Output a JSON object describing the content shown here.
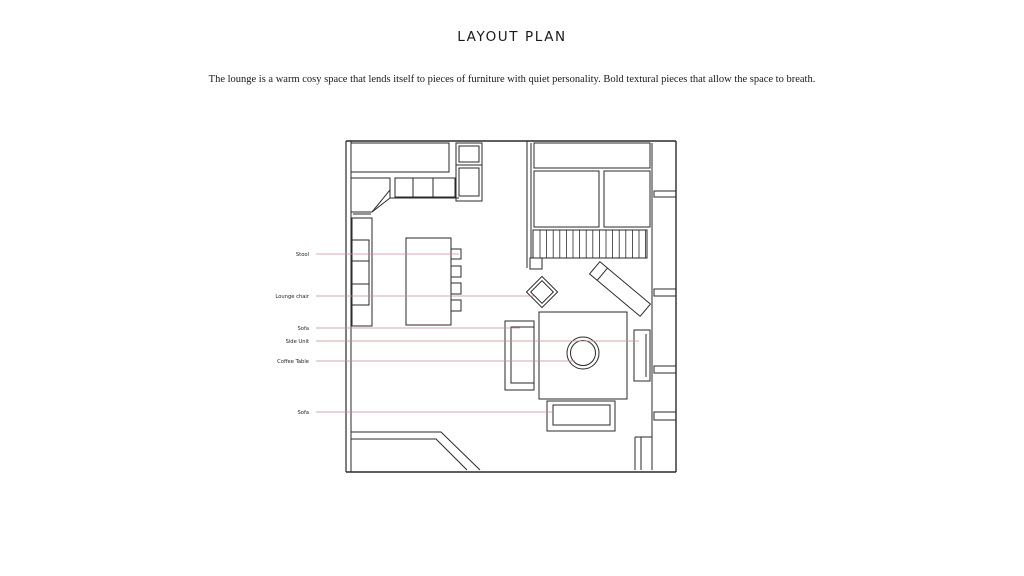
{
  "page": {
    "title": "LAYOUT PLAN",
    "intro": "The lounge is a warm cosy space that lends itself to pieces of furniture with quiet personality. Bold textural pieces that allow the space to breath."
  },
  "colors": {
    "line": "#2a2a2a",
    "leader": "#c98b95",
    "background": "#ffffff"
  },
  "labels": [
    {
      "text": "Stool"
    },
    {
      "text": "Lounge chair"
    },
    {
      "text": "Sofa"
    },
    {
      "text": "Side Unit"
    },
    {
      "text": "Coffee Table"
    },
    {
      "text": "Sofa"
    }
  ]
}
